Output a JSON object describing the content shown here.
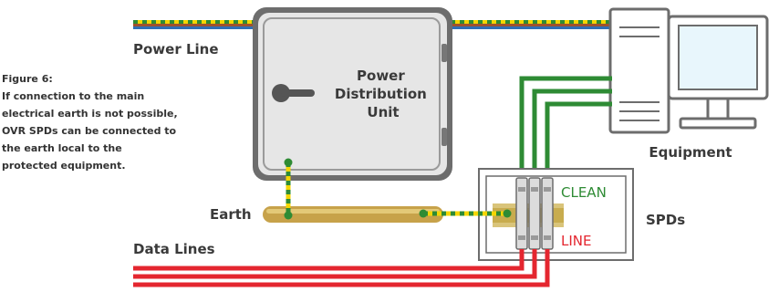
{
  "labels": {
    "power_line": "Power Line",
    "data_lines": "Data Lines",
    "earth": "Earth",
    "equipment": "Equipment",
    "spds": "SPDs",
    "clean": "CLEAN",
    "line": "LINE",
    "pdu_line1": "Power",
    "pdu_line2": "Distribution",
    "pdu_line3": "Unit"
  },
  "caption": {
    "line1": "Figure 6:",
    "line2": "If connection to the main",
    "line3": "electrical earth is not possible,",
    "line4": "OVR SPDs can be connected to",
    "line5": "the earth local to the",
    "line6": "protected equipment."
  },
  "colors": {
    "data_line": "#e4262f",
    "clean_line": "#2e8b34",
    "earth_green": "#2e8b34",
    "earth_yellow": "#f4d600",
    "power_blue": "#2f6fb6",
    "power_brown": "#a0522d",
    "clean_text": "#2e8b34",
    "line_text": "#e4262f"
  }
}
